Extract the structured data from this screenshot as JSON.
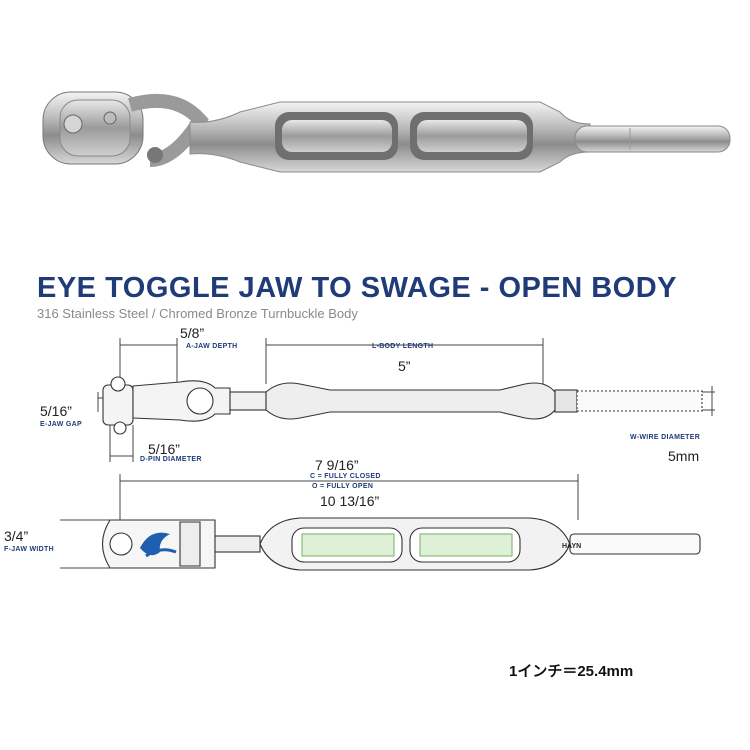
{
  "title": "EYE TOGGLE JAW TO SWAGE - OPEN BODY",
  "subtitle": "316 Stainless Steel  / Chromed Bronze Turnbuckle Body",
  "dimensions": {
    "a_jaw_depth": {
      "value": "5/8”",
      "label": "A-JAW DEPTH"
    },
    "l_body_length": {
      "value": "5”",
      "label": "L-BODY LENGTH"
    },
    "e_jaw_gap": {
      "value": "5/16”",
      "label": "E-JAW GAP"
    },
    "d_pin_diameter": {
      "value": "5/16”",
      "label": "D-PIN DIAMETER"
    },
    "w_wire_diameter": {
      "value": "5mm",
      "label": "W-WIRE DIAMETER"
    },
    "c_fully_closed": {
      "value": "7 9/16”",
      "label": "C = FULLY CLOSED"
    },
    "o_fully_open": {
      "value": "10 13/16”",
      "label": "O = FULLY OPEN"
    },
    "f_jaw_width": {
      "value": "3/4”",
      "label": "F-JAW WIDTH"
    }
  },
  "brand_mark": "HAYN",
  "conversion_note": "1インチ＝25.4mm"
}
